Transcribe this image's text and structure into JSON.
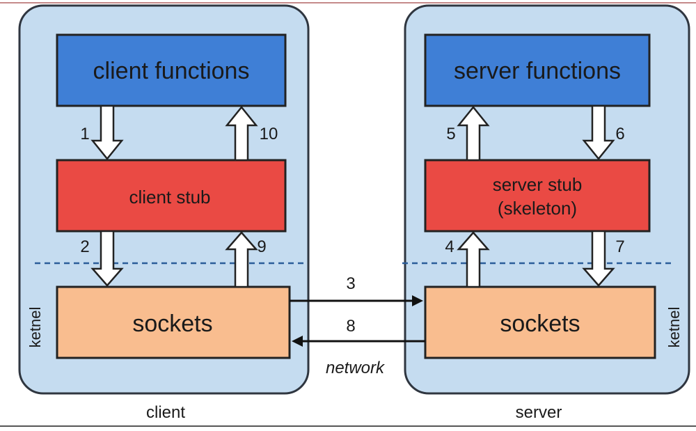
{
  "client": {
    "host_label": "client",
    "functions_label": "client functions",
    "stub_label": "client stub",
    "sockets_label": "sockets",
    "kernel_label": "ketnel"
  },
  "server": {
    "host_label": "server",
    "functions_label": "server functions",
    "stub_label_line1": "server stub",
    "stub_label_line2": "(skeleton)",
    "sockets_label": "sockets",
    "kernel_label": "ketnel"
  },
  "network_label": "network",
  "steps": {
    "s1": "1",
    "s2": "2",
    "s3": "3",
    "s4": "4",
    "s5": "5",
    "s6": "6",
    "s7": "7",
    "s8": "8",
    "s9": "9",
    "s10": "10"
  },
  "colors": {
    "host_bg": "#c5dcf0",
    "functions": "#3f7fd6",
    "stub": "#ea4a44",
    "sockets": "#f9bd8f",
    "kernel_divider": "#2b5d9a"
  }
}
